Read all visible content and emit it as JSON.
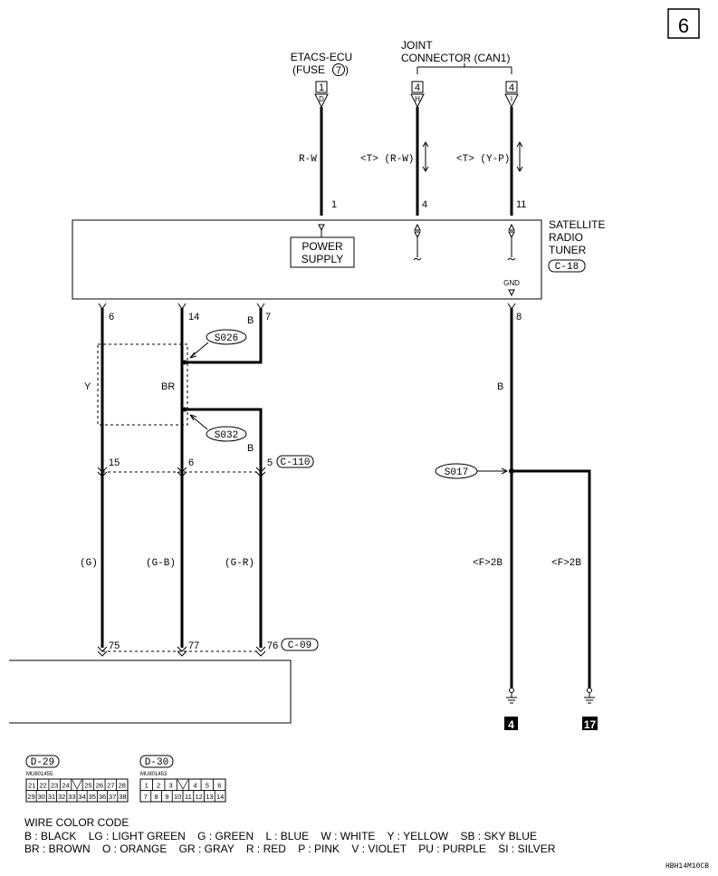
{
  "page_number": "6",
  "etacs": {
    "title": "ETACS-ECU",
    "fuse_prefix": "(FUSE",
    "fuse_number": "7",
    "fuse_suffix": ")",
    "connector_box": "1",
    "pin_letter": "D",
    "wire": "R-W",
    "pin": "1"
  },
  "joint": {
    "title_line1": "JOINT",
    "title_line2": "CONNECTOR (CAN1)",
    "left": {
      "box": "4",
      "letter": "H",
      "wire": "<T> (R-W)",
      "pin": "4"
    },
    "right": {
      "box": "4",
      "letter": "I",
      "wire": "<T> (Y-P)",
      "pin": "11"
    }
  },
  "tuner": {
    "line1": "SATELLITE",
    "line2": "RADIO",
    "line3": "TUNER",
    "connector": "C-18",
    "power_supply_line1": "POWER",
    "power_supply_line2": "SUPPLY",
    "gnd": "GND",
    "pins": {
      "p6": "6",
      "p14": "14",
      "p7": "7",
      "p8": "8"
    }
  },
  "wires_top": {
    "y": "Y",
    "br": "BR",
    "b7": "B",
    "b_mid": "B",
    "b8": "B"
  },
  "splices": {
    "s026": "S026",
    "s032": "S032",
    "s017": "S017"
  },
  "c110": {
    "p15": "15",
    "p6": "6",
    "p5": "5",
    "connector": "C-110"
  },
  "wires_mid": {
    "g": "(G)",
    "gb": "(G-B)",
    "gr": "(G-R)",
    "f1": "<F>2B",
    "f2": "<F>2B"
  },
  "c09": {
    "p75": "75",
    "p77": "77",
    "p76": "76",
    "connector": "C-09"
  },
  "grounds": {
    "g1": "4",
    "g2": "17"
  },
  "connector_views": {
    "d29": {
      "label": "D-29",
      "part": "MU801455",
      "row1": [
        "21",
        "22",
        "23",
        "24",
        "",
        "25",
        "26",
        "27",
        "28"
      ],
      "row2": [
        "29",
        "30",
        "31",
        "32",
        "33",
        "34",
        "35",
        "36",
        "37",
        "38"
      ]
    },
    "d30": {
      "label": "D-30",
      "part": "MU801453",
      "row1": [
        "1",
        "2",
        "3",
        "",
        "4",
        "5",
        "6"
      ],
      "row2": [
        "7",
        "8",
        "9",
        "10",
        "11",
        "12",
        "13",
        "14"
      ]
    }
  },
  "color_code": {
    "title": "WIRE COLOR CODE",
    "line1": "B : BLACK    LG : LIGHT GREEN    G : GREEN    L : BLUE    W : WHITE    Y : YELLOW    SB : SKY BLUE",
    "line2": "BR : BROWN    O : ORANGE    GR : GRAY    R : RED    P : PINK    V : VIOLET    PU : PURPLE    SI : SILVER"
  },
  "doc_code": "HBH14M10CB"
}
